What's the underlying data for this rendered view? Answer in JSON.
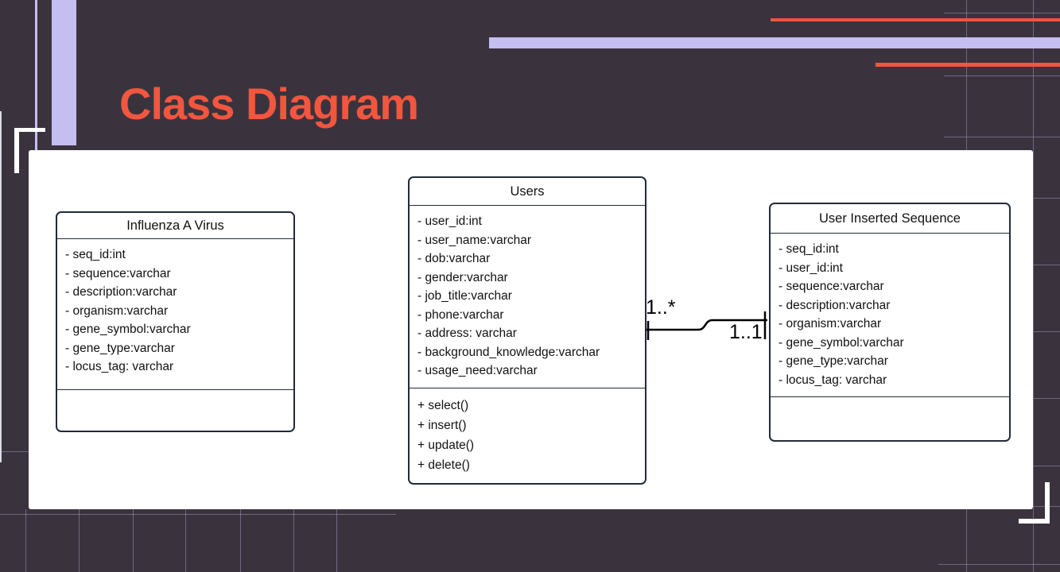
{
  "slide": {
    "title": "Class Diagram"
  },
  "diagram": {
    "classes": [
      {
        "name": "Influenza A Virus",
        "attributes": [
          "- seq_id:int",
          "- sequence:varchar",
          "- description:varchar",
          "- organism:varchar",
          "- gene_symbol:varchar",
          "- gene_type:varchar",
          "- locus_tag: varchar"
        ],
        "methods": []
      },
      {
        "name": "Users",
        "attributes": [
          "- user_id:int",
          "- user_name:varchar",
          "- dob:varchar",
          "- gender:varchar",
          "- job_title:varchar",
          "- phone:varchar",
          "- address: varchar",
          "- background_knowledge:varchar",
          "- usage_need:varchar"
        ],
        "methods": [
          "+ select()",
          "+ insert()",
          "+ update()",
          "+ delete()"
        ]
      },
      {
        "name": "User Inserted Sequence",
        "attributes": [
          "- seq_id:int",
          "- user_id:int",
          "- sequence:varchar",
          "- description:varchar",
          "- organism:varchar",
          "- gene_symbol:varchar",
          "- gene_type:varchar",
          "- locus_tag: varchar"
        ],
        "methods": []
      }
    ],
    "relationship": {
      "from": "Users",
      "to": "User Inserted Sequence",
      "from_multiplicity": "1..*",
      "to_multiplicity": "1..1"
    }
  },
  "colors": {
    "background": "#3a333d",
    "accent_red": "#f2563f",
    "lavender": "#c4bff0",
    "panel": "#ffffff",
    "box_border": "#222b38",
    "grid_line": "#9a92b8",
    "connector": "#000000"
  }
}
